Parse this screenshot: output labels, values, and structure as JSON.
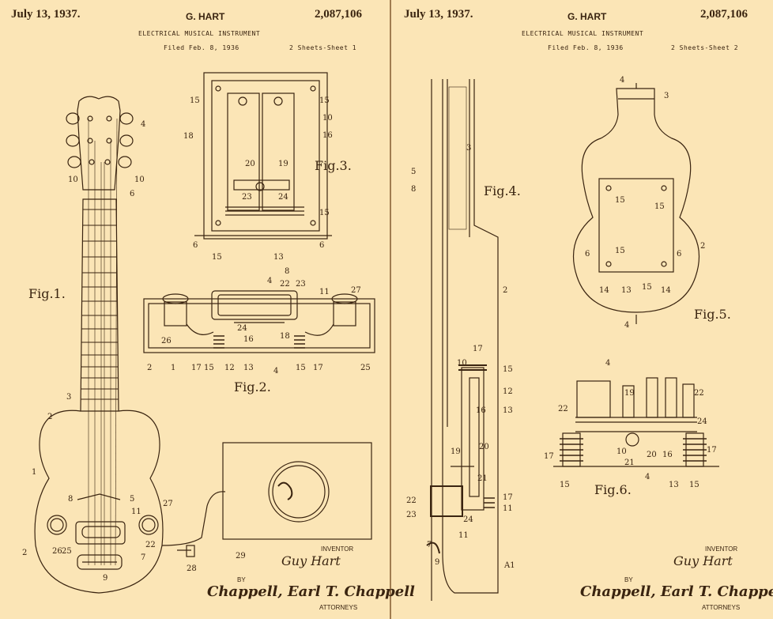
{
  "sheet1": {
    "date": "July 13, 1937.",
    "inventor_name": "G. HART",
    "patent_no": "2,087,106",
    "title": "ELECTRICAL MUSICAL INSTRUMENT",
    "filed": "Filed Feb. 8, 1936",
    "sheet_label": "2 Sheets-Sheet 1",
    "fig_labels": [
      "Fig.1.",
      "Fig.2.",
      "Fig.3."
    ],
    "inventor_label": "INVENTOR",
    "inventor_sig": "Guy Hart",
    "by": "BY",
    "attorney_sig": "Chappell, Earl T. Chappell",
    "attorneys_label": "ATTORNEYS"
  },
  "sheet2": {
    "date": "July 13, 1937.",
    "inventor_name": "G. HART",
    "patent_no": "2,087,106",
    "title": "ELECTRICAL MUSICAL INSTRUMENT",
    "filed": "Filed Feb. 8, 1936",
    "sheet_label": "2 Sheets-Sheet 2",
    "fig_labels": [
      "Fig.4.",
      "Fig.5.",
      "Fig.6."
    ],
    "inventor_label": "INVENTOR",
    "inventor_sig": "Guy Hart",
    "by": "BY",
    "attorney_sig": "Chappell, Earl T. Chappell",
    "attorneys_label": "ATTORNEYS"
  },
  "colors": {
    "paper": "#fbe5b6",
    "ink": "#3a2410"
  }
}
